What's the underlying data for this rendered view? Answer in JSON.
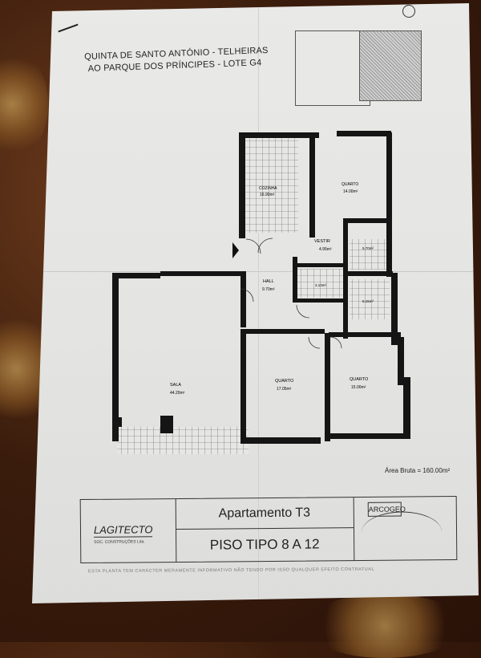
{
  "header": {
    "line1": "QUINTA DE SANTO ANTÓNIO - TELHEIRAS",
    "line2": "AO PARQUE DOS PRÍNCIPES  - LOTE G4"
  },
  "rooms": {
    "cozinha": {
      "name": "COZINHA",
      "area": "16.90m²"
    },
    "quarto_top": {
      "name": "QUARTO",
      "area": "14.00m²"
    },
    "vestir": {
      "name": "VESTIR",
      "area": "4.95m²"
    },
    "hall": {
      "name": "HALL",
      "area": "9.70m²"
    },
    "wc1": {
      "area": "5.70m²"
    },
    "wc2": {
      "area": "3.10m²"
    },
    "wc3": {
      "area": "5.15m²"
    },
    "sala": {
      "name": "SALA",
      "area": "44.20m²"
    },
    "quarto_mid": {
      "name": "QUARTO",
      "area": "17.05m²"
    },
    "quarto_right": {
      "name": "QUARTO",
      "area": "15.00m²"
    }
  },
  "area_bruta": "Área Bruta = 160.00m²",
  "title_block": {
    "company": "LAGITECTO",
    "company_sub": "SOC. CONSTRUÇÕES Lda.",
    "apartment": "Apartamento  T3",
    "floor": "PISO TIPO   8 A 12",
    "logo": "ARCOGEO"
  },
  "disclaimer": "ESTA PLANTA TEM CARÁCTER MERAMENTE INFORMATIVO NÃO TENDO POR ISSO QUALQUER EFEITO CONTRATUAL"
}
